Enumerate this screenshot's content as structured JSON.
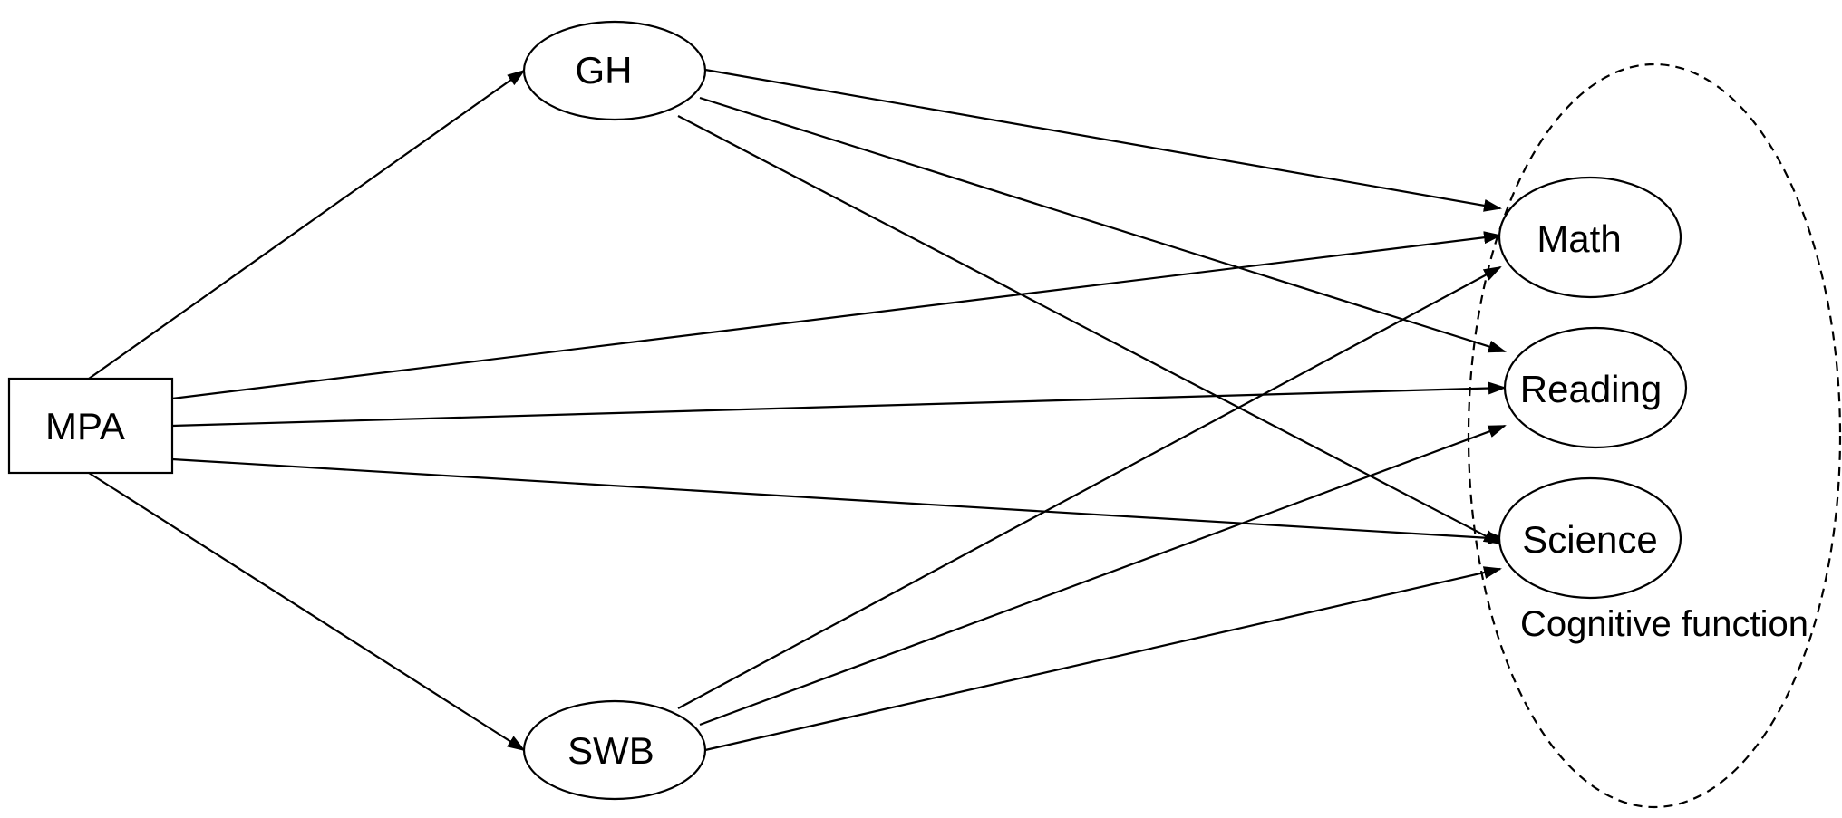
{
  "diagram": {
    "nodes": {
      "mpa": {
        "label": "MPA",
        "shape": "rectangle"
      },
      "gh": {
        "label": "GH",
        "shape": "ellipse"
      },
      "swb": {
        "label": "SWB",
        "shape": "ellipse"
      },
      "math": {
        "label": "Math",
        "shape": "ellipse"
      },
      "reading": {
        "label": "Reading",
        "shape": "ellipse"
      },
      "science": {
        "label": "Science",
        "shape": "ellipse"
      }
    },
    "group": {
      "label": "Cognitive function",
      "members": [
        "math",
        "reading",
        "science"
      ],
      "outline": "dashed"
    },
    "edges": [
      {
        "from": "mpa",
        "to": "gh"
      },
      {
        "from": "mpa",
        "to": "swb"
      },
      {
        "from": "mpa",
        "to": "math"
      },
      {
        "from": "mpa",
        "to": "reading"
      },
      {
        "from": "mpa",
        "to": "science"
      },
      {
        "from": "gh",
        "to": "math"
      },
      {
        "from": "gh",
        "to": "reading"
      },
      {
        "from": "gh",
        "to": "science"
      },
      {
        "from": "swb",
        "to": "math"
      },
      {
        "from": "swb",
        "to": "reading"
      },
      {
        "from": "swb",
        "to": "science"
      }
    ],
    "colors": {
      "stroke": "#000000",
      "background": "#ffffff"
    }
  }
}
